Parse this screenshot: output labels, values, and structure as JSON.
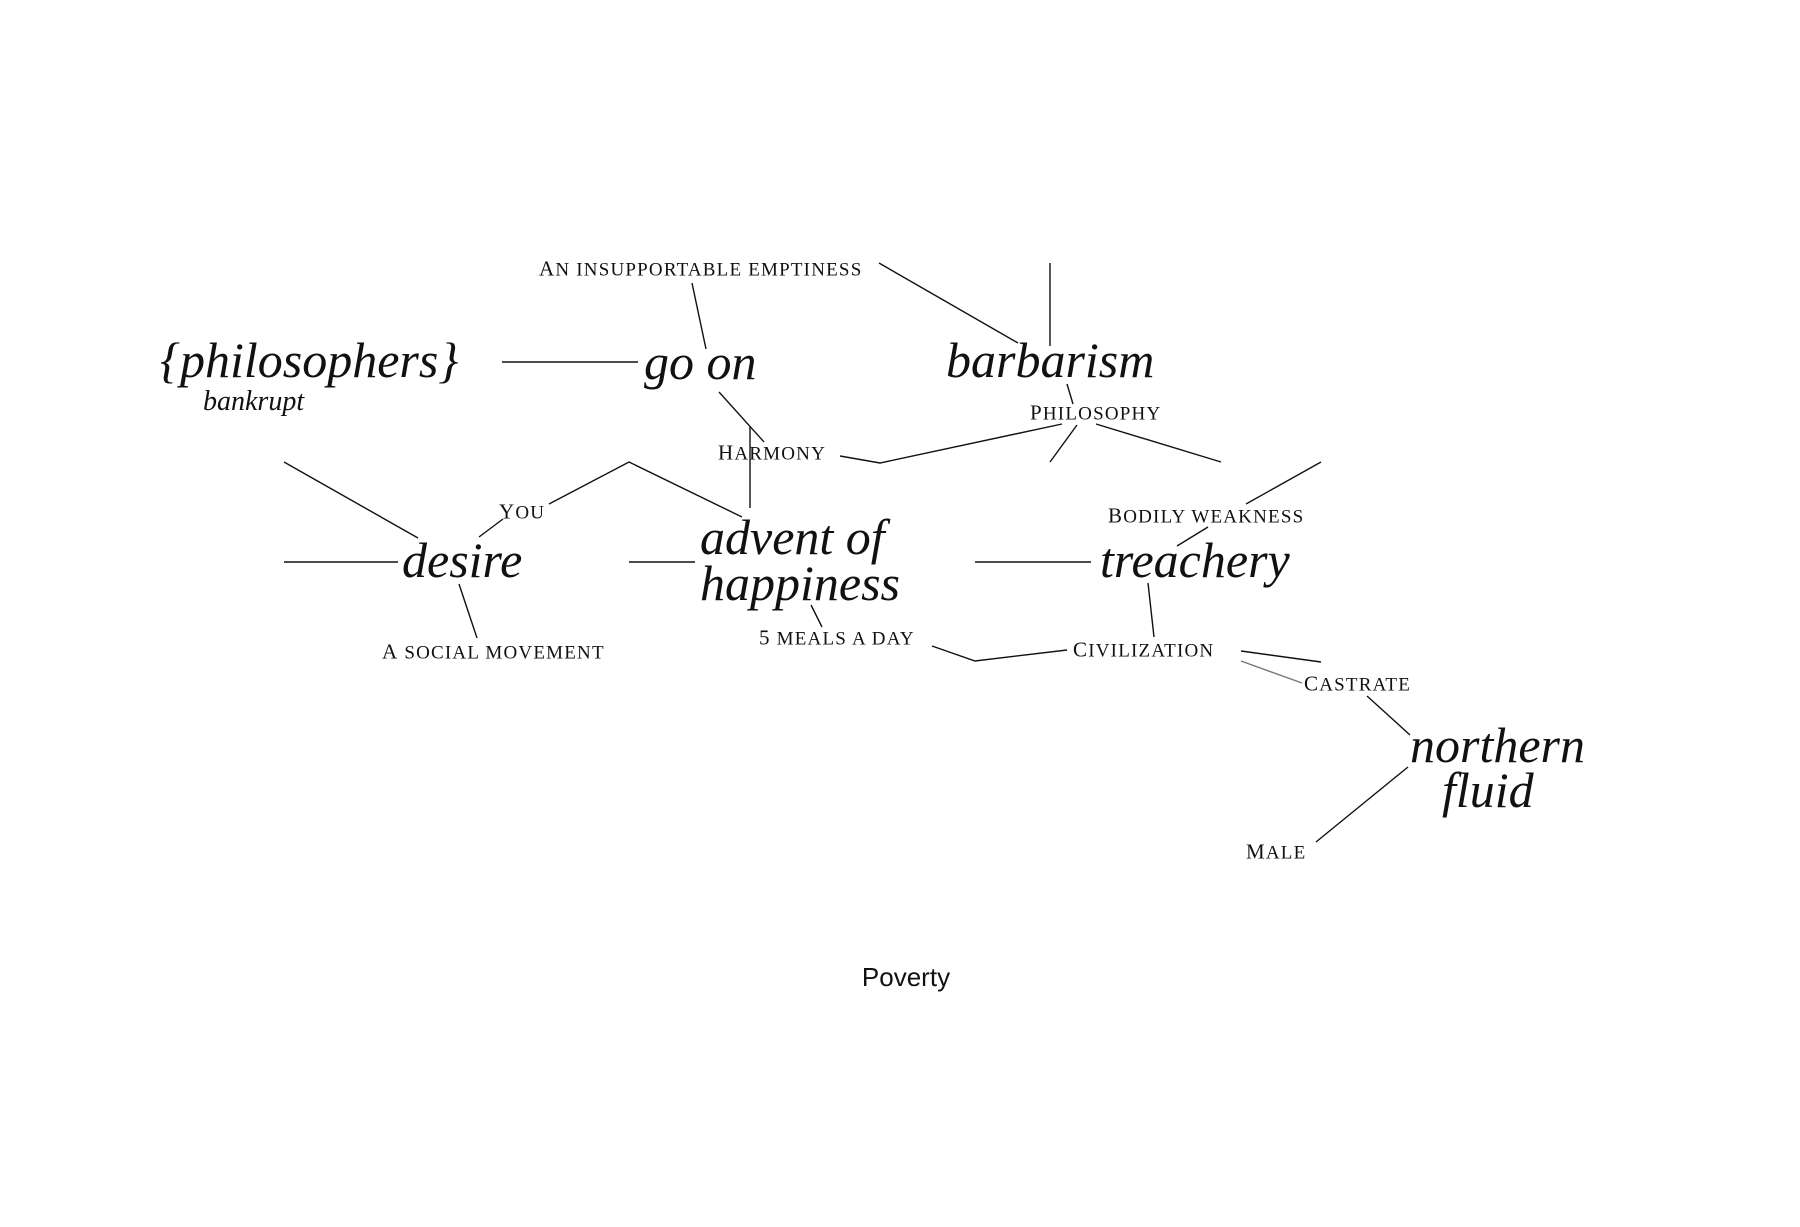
{
  "nodes": {
    "philosophers": "{philosophers}",
    "bankrupt": "bankrupt",
    "go_on": "go on",
    "barbarism": "barbarism",
    "insupportable_emptiness": "An insupportable emptiness",
    "harmony": "Harmony",
    "philosophy": "Philosophy",
    "you": "You",
    "desire": "desire",
    "advent_line1": "advent of",
    "advent_line2": "happiness",
    "social_movement": "A social movement",
    "meals": "5 meals a day",
    "bodily_weakness": "Bodily weakness",
    "treachery": "treachery",
    "civilization": "Civilization",
    "castrate": "Castrate",
    "northern": "northern",
    "fluid": "fluid",
    "male": "Male"
  },
  "caption": "Poverty",
  "colors": {
    "ink": "#111111",
    "background": "#ffffff"
  }
}
